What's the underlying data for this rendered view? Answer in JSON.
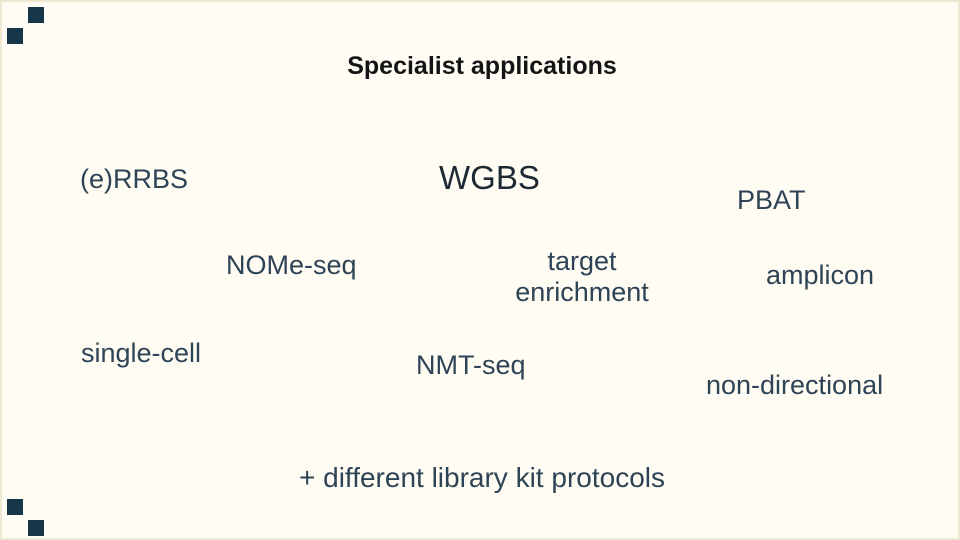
{
  "slide": {
    "title": "Specialist applications",
    "labels": {
      "errbs": "(e)RRBS",
      "wgbs": "WGBS",
      "pbat": "PBAT",
      "nome_seq": "NOMe-seq",
      "target_enrichment": "target\nenrichment",
      "amplicon": "amplicon",
      "single_cell": "single-cell",
      "nmt_seq": "NMT-seq",
      "non_directional": "non-directional"
    },
    "footer": "+ different library kit protocols",
    "colors": {
      "body_text": "#2e4355",
      "emphasis_text": "#1e2a33",
      "title_text": "#141414",
      "corner_accent": "#16364a",
      "background": "#fffdf3"
    }
  }
}
